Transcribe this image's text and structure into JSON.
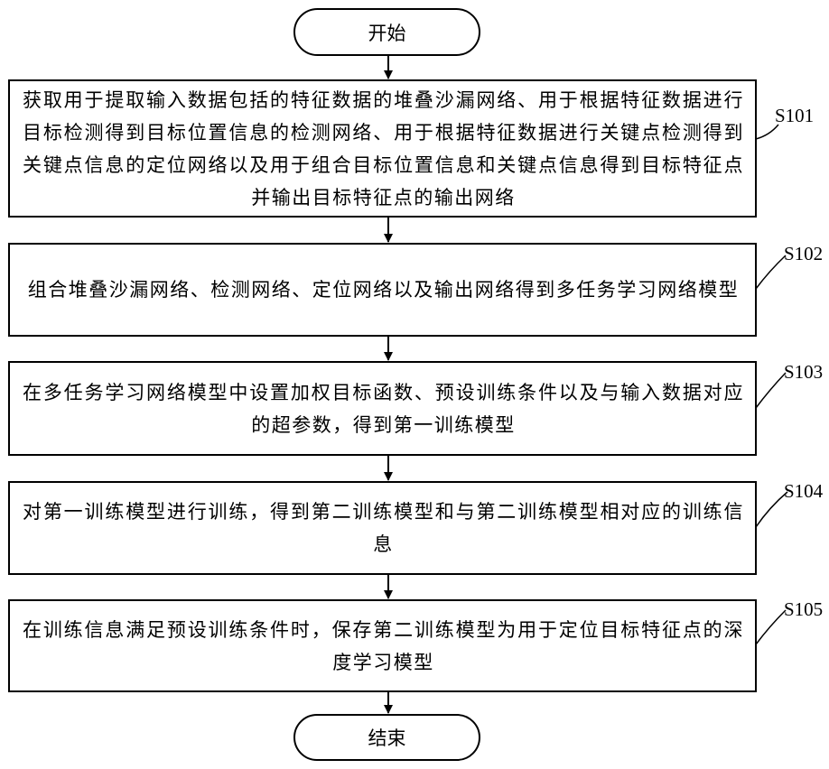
{
  "start": {
    "label": "开始"
  },
  "end": {
    "label": "结束"
  },
  "steps": [
    {
      "id": "S101",
      "text": "获取用于提取输入数据包括的特征数据的堆叠沙漏网络、用于根据特征数据进行目标检测得到目标位置信息的检测网络、用于根据特征数据进行关键点检测得到关键点信息的定位网络以及用于组合目标位置信息和关键点信息得到目标特征点并输出目标特征点的输出网络"
    },
    {
      "id": "S102",
      "text": "组合堆叠沙漏网络、检测网络、定位网络以及输出网络得到多任务学习网络模型"
    },
    {
      "id": "S103",
      "text": "在多任务学习网络模型中设置加权目标函数、预设训练条件以及与输入数据对应的超参数，得到第一训练模型"
    },
    {
      "id": "S104",
      "text": "对第一训练模型进行训练，得到第二训练模型和与第二训练模型相对应的训练信息"
    },
    {
      "id": "S105",
      "text": "在训练信息满足预设训练条件时，保存第二训练模型为用于定位目标特征点的深度学习模型"
    }
  ]
}
